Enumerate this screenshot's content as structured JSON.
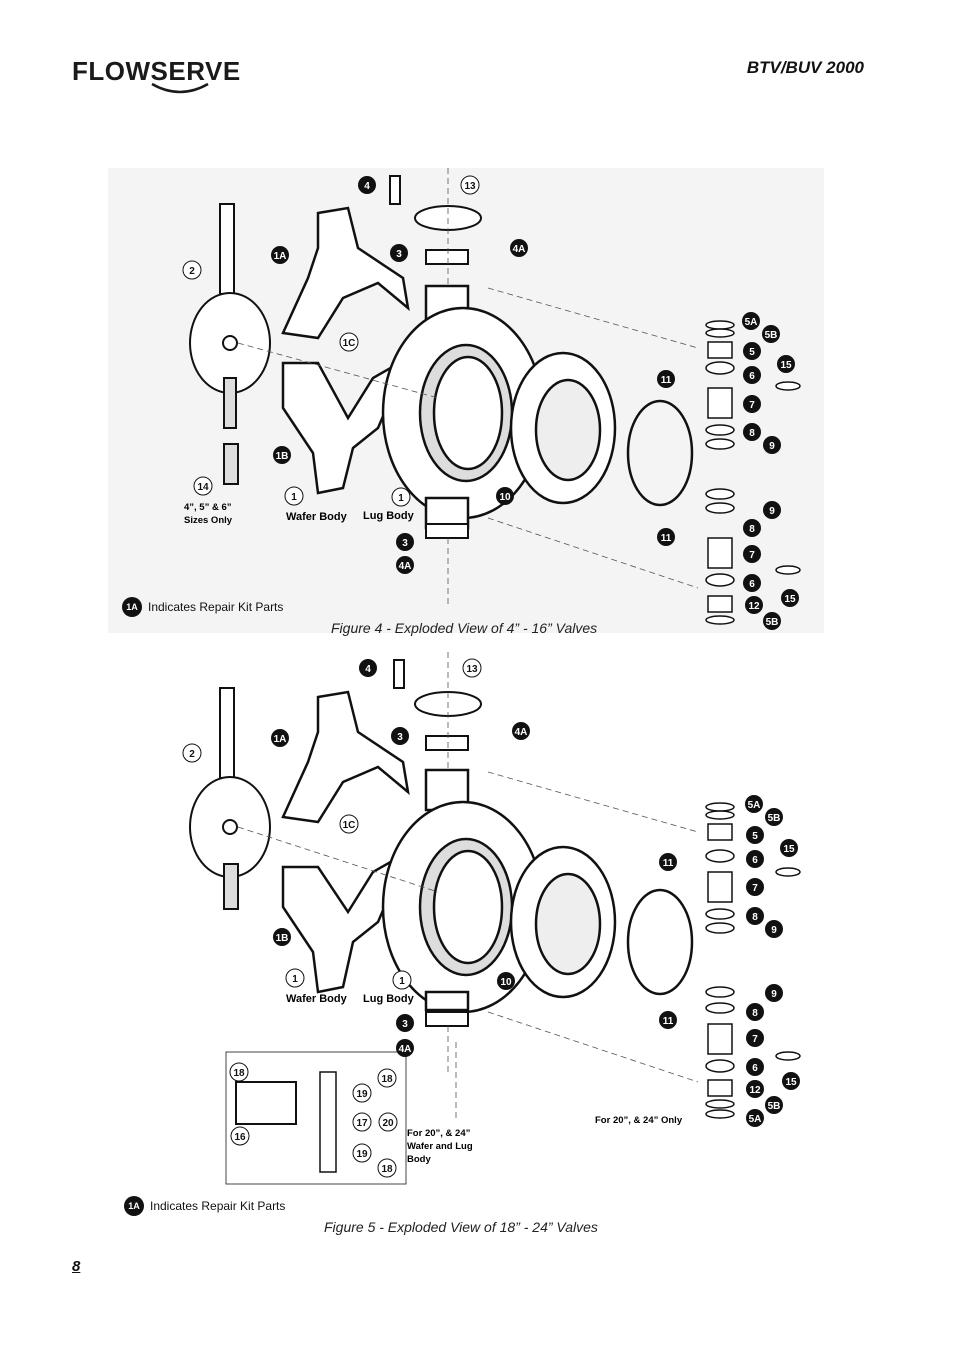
{
  "header": {
    "brand": "FLOWSERVE",
    "doc_title": "BTV/BUV 2000"
  },
  "figure4": {
    "caption": "Figure 4 - Exploded View of 4” - 16” Valves",
    "repair_kit_badge": "1A",
    "repair_kit_note": "Indicates Repair Kit Parts",
    "labels": {
      "wafer_body": "Wafer Body",
      "lug_body": "Lug Body",
      "sizes_line1": "4”, 5” & 6”",
      "sizes_line2": "Sizes Only"
    },
    "callouts": [
      "4",
      "13",
      "3",
      "4A",
      "2",
      "1A",
      "1C",
      "1B",
      "14",
      "1",
      "1",
      "10",
      "3",
      "4A",
      "11",
      "11",
      "5A",
      "5B",
      "5",
      "15",
      "6",
      "7",
      "8",
      "9",
      "9",
      "8",
      "7",
      "6",
      "15",
      "12",
      "5B"
    ]
  },
  "figure5": {
    "caption": "Figure 5 - Exploded View of 18” - 24” Valves",
    "repair_kit_badge": "1A",
    "repair_kit_note": "Indicates Repair Kit Parts",
    "labels": {
      "wafer_body": "Wafer Body",
      "lug_body": "Lug Body",
      "wafer_lug_line1": "For 20”, & 24”",
      "wafer_lug_line2": "Wafer and Lug",
      "wafer_lug_line3": "Body",
      "only_note": "For 20”, & 24” Only"
    },
    "callouts": [
      "4",
      "13",
      "3",
      "4A",
      "2",
      "1A",
      "1C",
      "1B",
      "1",
      "1",
      "10",
      "3",
      "4A",
      "11",
      "11",
      "5A",
      "5B",
      "5",
      "15",
      "6",
      "7",
      "8",
      "9",
      "9",
      "8",
      "7",
      "6",
      "15",
      "12",
      "5B",
      "5A",
      "18",
      "16",
      "18",
      "19",
      "17",
      "20",
      "19",
      "18"
    ]
  },
  "footer": {
    "page_number": "8"
  }
}
